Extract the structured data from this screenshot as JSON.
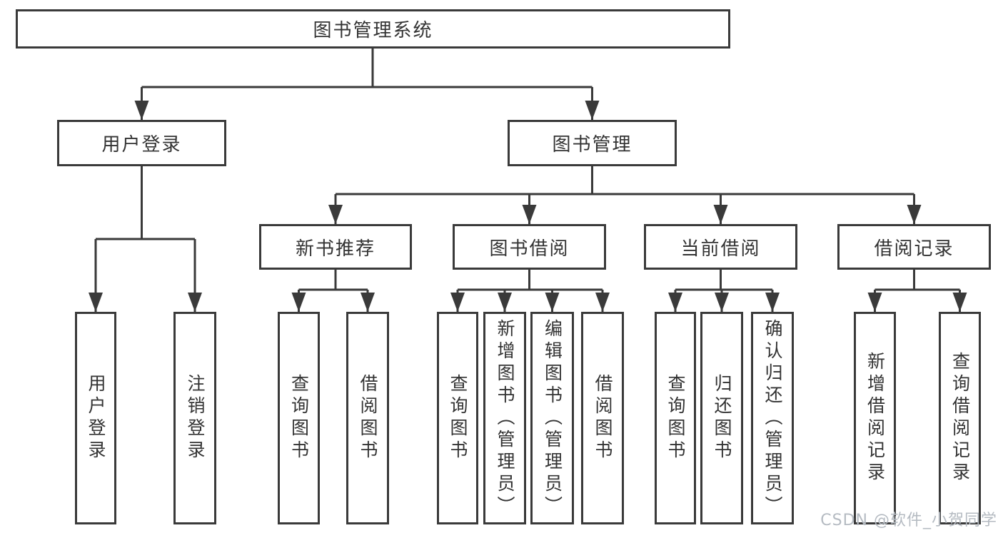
{
  "diagram": {
    "nodes": {
      "root": "图书管理系统",
      "level2": [
        "用户登录",
        "图书管理"
      ],
      "level3": [
        "新书推荐",
        "图书借阅",
        "当前借阅",
        "借阅记录"
      ],
      "leaves_user_login": [
        "用户登录",
        "注销登录"
      ],
      "leaves_new_books": [
        "查询图书",
        "借阅图书"
      ],
      "leaves_book_borrow": [
        "查询图书",
        "新增图书（管理员）",
        "编辑图书（管理员）",
        "借阅图书"
      ],
      "leaves_current_borrow": [
        "查询图书",
        "归还图书",
        "确认归还（管理员）"
      ],
      "leaves_borrow_records": [
        "新增借阅记录",
        "查询借阅记录"
      ]
    },
    "colors": {
      "line": "#3a3a3a",
      "text": "#333333",
      "box_background": "#ffffff",
      "watermark": "#b5bbc2"
    },
    "watermark": "CSDN @软件_小贺同学"
  }
}
